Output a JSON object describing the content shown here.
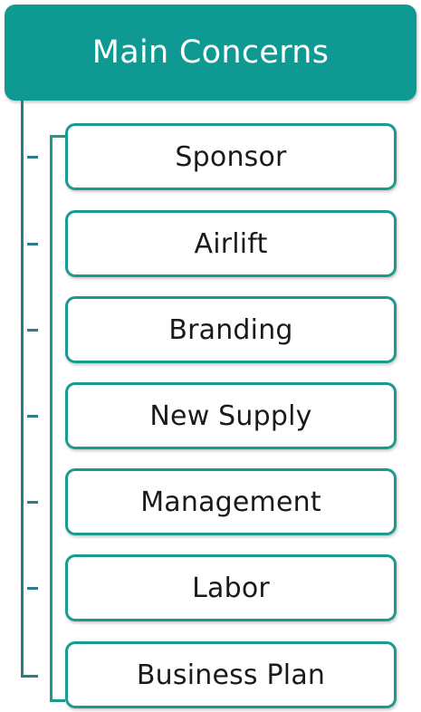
{
  "header": {
    "title": "Main Concerns"
  },
  "items": [
    {
      "label": "Sponsor"
    },
    {
      "label": "Airlift"
    },
    {
      "label": "Branding"
    },
    {
      "label": "New Supply"
    },
    {
      "label": "Management"
    },
    {
      "label": "Labor"
    },
    {
      "label": "Business Plan"
    }
  ],
  "colors": {
    "header_fill": "#0e9a93",
    "item_border": "#1d9a90",
    "connector": "#2b7c8b"
  }
}
